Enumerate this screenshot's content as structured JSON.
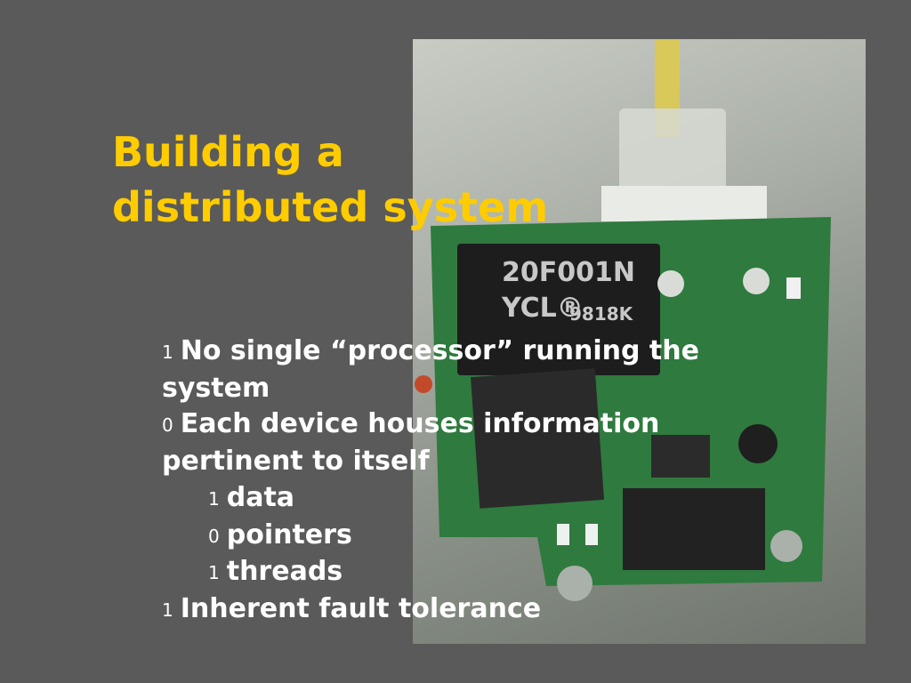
{
  "slide": {
    "title_lines": [
      "Building a",
      "distributed system"
    ],
    "title_color": "#ffcc00",
    "background_color": "#5a5a5a",
    "photo": {
      "chip_label_lines": [
        "20F001N",
        "YCL®",
        "9818K"
      ]
    },
    "bullets": [
      {
        "marker": "1",
        "text": "No single “processor” running the system",
        "level": 1
      },
      {
        "marker": "0",
        "text": "Each device houses information pertinent to itself",
        "level": 1
      },
      {
        "marker": "1",
        "text": "data",
        "level": 2
      },
      {
        "marker": "0",
        "text": "pointers",
        "level": 2
      },
      {
        "marker": "1",
        "text": "threads",
        "level": 2
      },
      {
        "marker": "1",
        "text": "Inherent fault tolerance",
        "level": 1
      }
    ]
  }
}
